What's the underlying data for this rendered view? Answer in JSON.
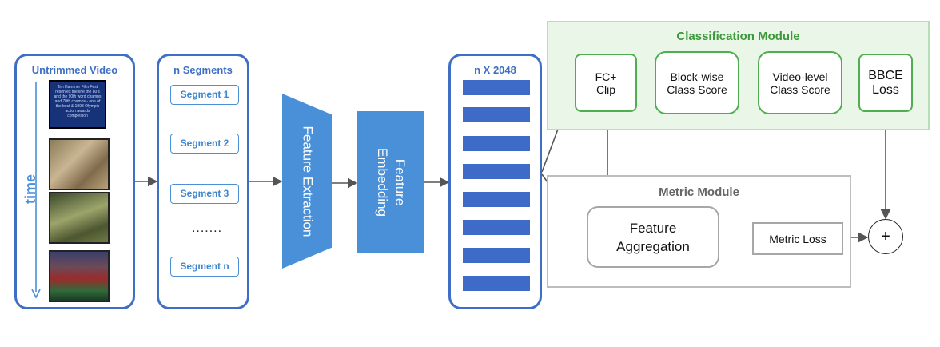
{
  "video_panel": {
    "title": "Untrimmed Video",
    "time_label": "time",
    "frame_text": "Jim Hammer Film Fest\nreserves the line the 80's\nand the 90th word champs\nand 70th champs - one of\nthe best & 1998 Olympic\naction awards\ncompetition"
  },
  "segments_panel": {
    "title": "n Segments",
    "segments": [
      "Segment 1",
      "Segment 2",
      "Segment 3",
      "Segment n"
    ],
    "ellipsis": "......."
  },
  "feature_extraction": {
    "label": "Feature Extraction"
  },
  "feature_embedding": {
    "label": "Feature\nEmbedding"
  },
  "embedding_panel": {
    "title": "n X 2048",
    "bar_count": 8
  },
  "classification_module": {
    "title": "Classification Module",
    "fc_clip": "FC+\nClip",
    "block_score": "Block-wise\nClass Score",
    "video_score": "Video-level\nClass Score",
    "bbce_loss": "BBCE\nLoss"
  },
  "metric_module": {
    "title": "Metric Module",
    "feature_aggregation": "Feature\nAggregation",
    "metric_loss": "Metric Loss"
  },
  "sum_symbol": "+",
  "colors": {
    "blue": "#3f6fc4",
    "light_blue": "#4a90d9",
    "green": "#4fae50",
    "gray": "#a7a7a7",
    "bar": "#3e6bc8"
  }
}
